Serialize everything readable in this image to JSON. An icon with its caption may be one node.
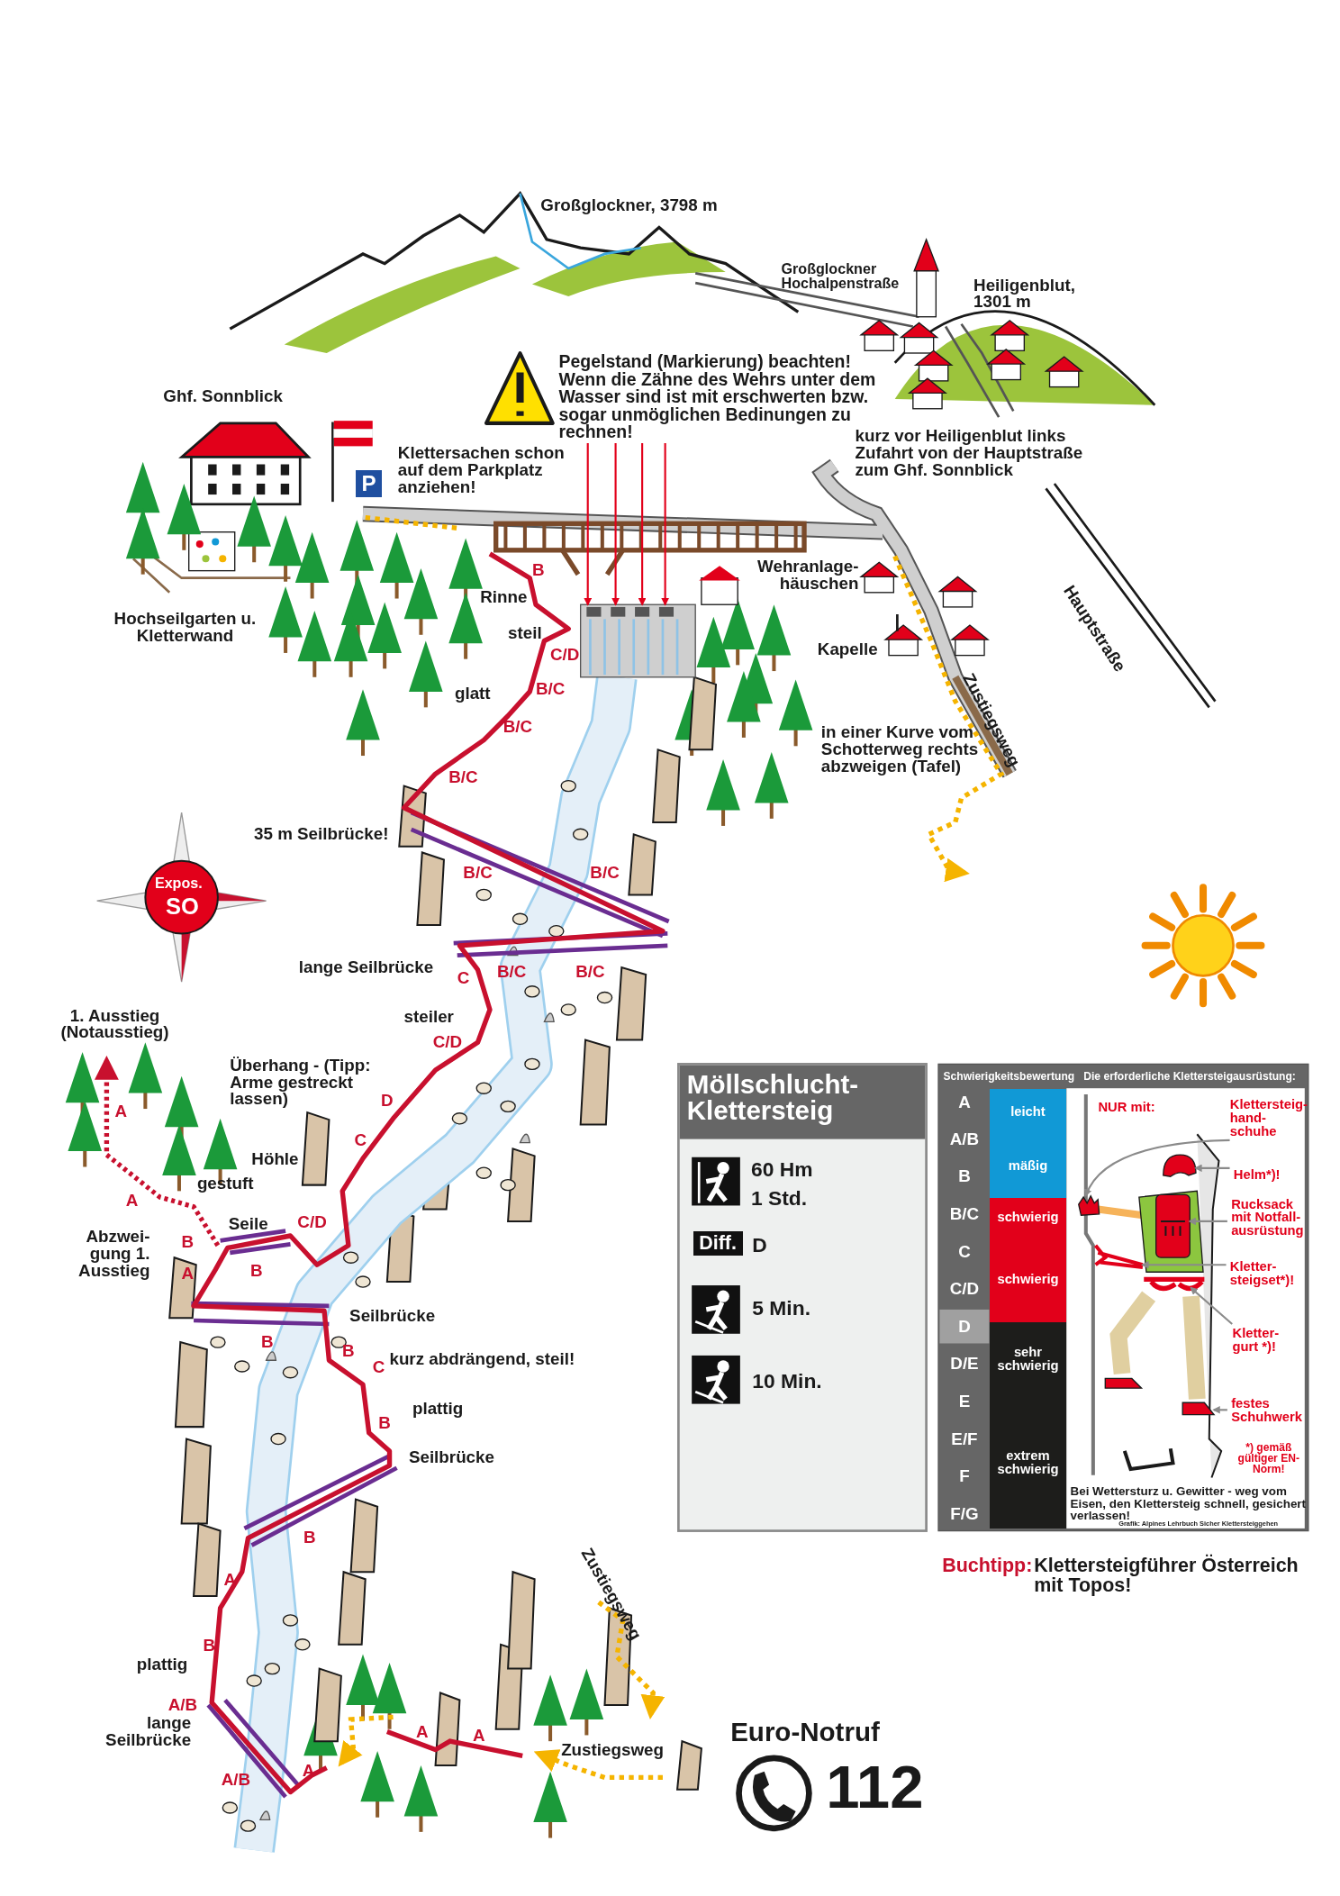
{
  "diagram": {
    "nodes": [
      {
        "text": [
          "Pegelstand (Markierung) beachten! Wenn die Zähne des Wehrs unter dem Wasser sind ist mit erschwerten bzw. sogar unmöglichen Bedinungen zu rechnen!"
        ]
      },
      {
        "text": [
          "Klettersteig- hand- schuhe"
        ]
      },
      {
        "text": [
          "Helm*)!"
        ]
      },
      {
        "text": [
          "Rucksack mit Notfall- ausrüstung"
        ]
      },
      {
        "text": [
          "Kletter- steigset*)!"
        ]
      },
      {
        "text": [
          "Kletter- gurt *)!"
        ]
      },
      {
        "text": [
          "festes Schuhwerk"
        ]
      },
      {
        "text": [],
        "shape": "picture"
      },
      {
        "text": [],
        "shape": "picture"
      },
      {
        "text": [],
        "shape": "picture"
      },
      {
        "text": [],
        "shape": "picture"
      },
      {
        "text": [],
        "shape": "picture"
      },
      {
        "text": [],
        "shape": "picture"
      },
      {
        "text": [],
        "shape": "picture"
      }
    ],
    "edges": [
      {
        "from": 0,
        "to": 7,
        "arrow": "to",
        "color": "#e2001a"
      },
      {
        "from": 0,
        "to": 7,
        "arrow": "to",
        "color": "#e2001a"
      },
      {
        "from": 0,
        "to": 7,
        "arrow": "to",
        "color": "#e2001a"
      },
      {
        "from": 0,
        "to": 7,
        "arrow": "to",
        "color": "#e2001a"
      },
      {
        "from": 1,
        "to": 8,
        "arrow": "to"
      },
      {
        "from": 2,
        "to": 9,
        "arrow": "to"
      },
      {
        "from": 3,
        "to": 10,
        "arrow": "to"
      },
      {
        "from": 4,
        "to": 11,
        "arrow": "to"
      },
      {
        "from": 5,
        "to": 12,
        "arrow": "to"
      },
      {
        "from": 6,
        "to": 13,
        "arrow": "to"
      }
    ],
    "labels": [
      "Großglockner, 3798 m",
      "Großglockner Hochalpenstraße",
      "Heiligenblut, 1301 m",
      "Ghf. Sonnblick",
      "Klettersachen schon auf dem Parkplatz anziehen!",
      "P",
      "kurz vor Heiligenblut links Zufahrt von der Hauptstraße zum Ghf. Sonnblick",
      "Hauptstraße",
      "Wehranlage- häuschen",
      "B",
      "Rinne",
      "Hochseilgarten u. Kletterwand",
      "steil",
      "C/D",
      "B/C",
      "Kapelle",
      "glatt",
      "B/C",
      "Zustiegsweg",
      "B/C",
      "in einer Kurve vom Schotterweg rechts abzweigen (Tafel)",
      "35 m Seilbrücke!",
      "Expos.",
      "SO",
      "B/C",
      "B/C",
      "lange Seilbrücke",
      "C",
      "B/C",
      "B/C",
      "1. Ausstieg (Notausstieg)",
      "steiler",
      "C/D",
      "Überhang - (Tipp: Arme gestreckt lassen)",
      "D",
      "A",
      "C",
      "Höhle",
      "A",
      "gestuft",
      "Abzwei- gung 1. Ausstieg",
      "B",
      "Seile",
      "C/D",
      "A",
      "B",
      "Seilbrücke",
      "B",
      "B",
      "C",
      "kurz abdrängend, steil!",
      "plattig",
      "B",
      "Seilbrücke",
      "B",
      "A",
      "Zustiegsweg",
      "B",
      "plattig",
      "A/B",
      "lange Seilbrücke",
      "A",
      "A",
      "Zustiegsweg",
      "A",
      "A/B",
      "Euro-Notruf",
      "112",
      "Möllschlucht- Klettersteig",
      "60 Hm",
      "1 Std.",
      "Diff.",
      "D",
      "5 Min.",
      "10 Min.",
      "Schwierigkeitsbewertung",
      "Die erforderliche Klettersteigausrüstung:",
      "A",
      "A/B",
      "B",
      "B/C",
      "C",
      "C/D",
      "D",
      "D/E",
      "E",
      "E/F",
      "F",
      "F/G",
      "NUR mit:",
      "*) gemäß gültiger EN-Norm!",
      "Bei Wettersturz u. Gewitter - weg vom Eisen, den Klettersteig schnell, gesichert verlassen!",
      "Grafik: Alpines Lehrbuch Sicher Klettersteiggehen",
      "Buchtipp:",
      "Klettersteigführer Österreich mit Topos!"
    ],
    "legend": [
      {
        "text": "leicht",
        "color": "#1199d6"
      },
      {
        "text": "mäßig",
        "color": "#1199d6"
      },
      {
        "text": "schwierig",
        "color": "#e2001a"
      },
      {
        "text": "schwierig",
        "color": "#e2001a"
      },
      {
        "text": "sehr schwierig",
        "color": "#1d1d1b"
      },
      {
        "text": "extrem schwierig",
        "color": "#1d1d1b"
      }
    ]
  }
}
